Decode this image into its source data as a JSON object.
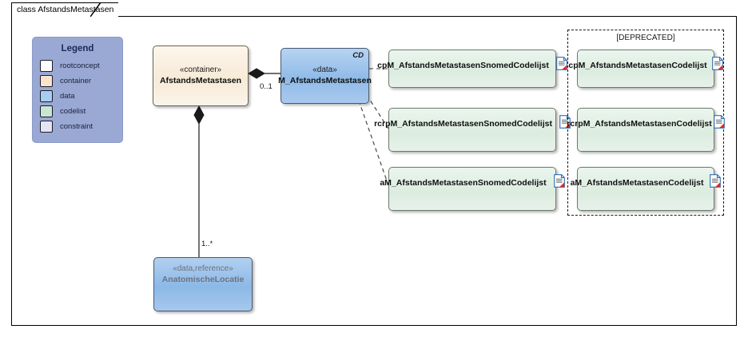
{
  "diagram": {
    "frame_title": "class AfstandsMetastasen"
  },
  "legend": {
    "title": "Legend",
    "items": [
      {
        "label": "rootconcept",
        "color": "#ffffff"
      },
      {
        "label": "container",
        "color": "#fae3cd"
      },
      {
        "label": "data",
        "color": "#a8cdf2"
      },
      {
        "label": "codelist",
        "color": "#c9e5d3"
      },
      {
        "label": "constraint",
        "color": "#e4e4f5"
      }
    ]
  },
  "nodes": {
    "container": {
      "stereotype": "«container»",
      "name": "AfstandsMetastasen"
    },
    "data": {
      "stereotype": "«data»",
      "name": "M_AfstandsMetastasen",
      "corner_tag": "CD"
    },
    "data_reference": {
      "stereotype": "«data,reference»",
      "name": "AnatomischeLocatie"
    }
  },
  "codelists": [
    {
      "name": "cpM_AfstandsMetastasenSnomedCodelijst",
      "icon": "document-icon"
    },
    {
      "name": "rcrpM_AfstandsMetastasenSnomedCodelijst",
      "icon": "document-icon"
    },
    {
      "name": "aM_AfstandsMetastasenSnomedCodelijst",
      "icon": "document-icon"
    }
  ],
  "deprecated": {
    "title": "[DEPRECATED]",
    "codelists": [
      {
        "name": "cpM_AfstandsMetastasenCodelijst",
        "icon": "document-icon"
      },
      {
        "name": "rcrpM_AfstandsMetastasenCodelijst",
        "icon": "document-icon"
      },
      {
        "name": "aM_AfstandsMetastasenCodelijst",
        "icon": "document-icon"
      }
    ]
  },
  "edges": {
    "container_to_data_multiplicity": "0..1",
    "container_to_location_multiplicity": "1..*"
  },
  "colors": {
    "legend_panel": "#9aa8d4",
    "container_fill": "#f7ead7",
    "data_fill": "#8fbbe8",
    "codelist_fill": "#dcecdf",
    "frame_border": "#000000"
  }
}
